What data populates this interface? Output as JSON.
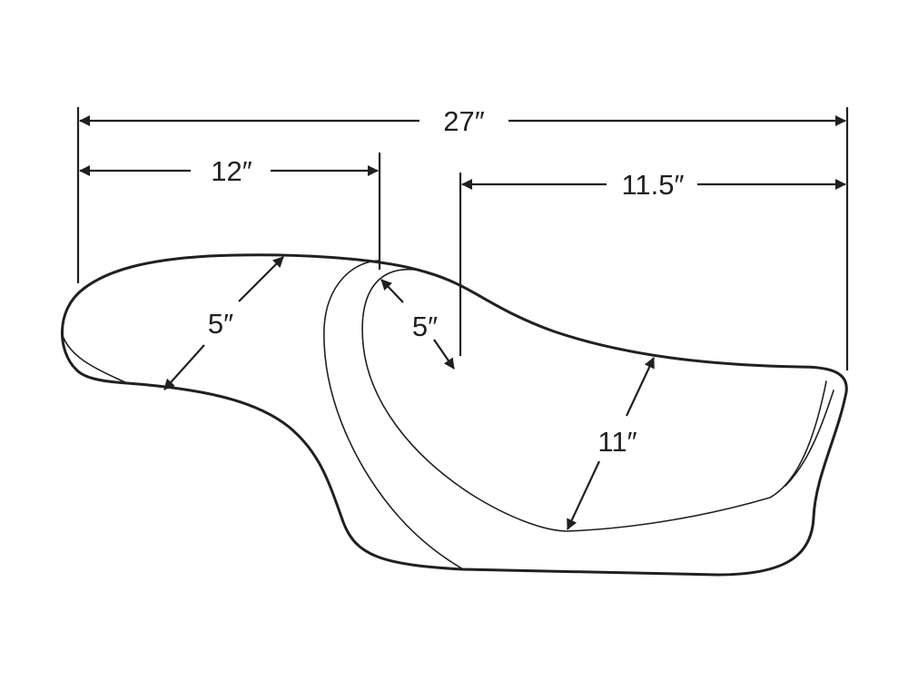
{
  "dimensions": {
    "overall_length": "27″",
    "rear_length": "12″",
    "front_length": "11.5″",
    "rear_width": "5″",
    "backrest_depth": "5″",
    "front_width": "11″"
  },
  "colors": {
    "line": "#231f20",
    "background": "#ffffff"
  }
}
